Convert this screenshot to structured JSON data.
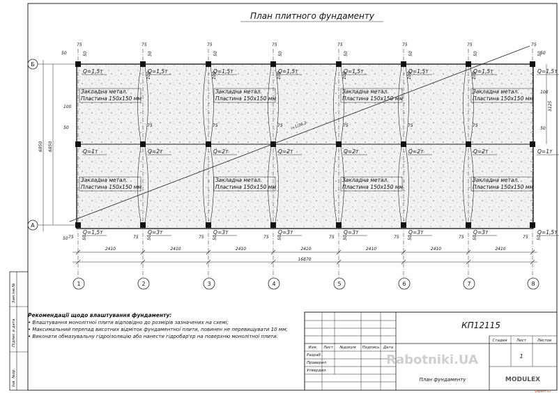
{
  "drawing": {
    "title": "План плитного фундаменту",
    "rows": {
      "top": "Б",
      "bottom": "А"
    },
    "axes": [
      "1",
      "2",
      "3",
      "4",
      "5",
      "6",
      "7",
      "8"
    ],
    "spans": [
      "2410",
      "2410",
      "2410",
      "2410",
      "2410",
      "2410",
      "2410"
    ],
    "total": "16870",
    "height_outer": "6950",
    "height_inner": "6850",
    "half_height": "3125",
    "slope_note": "i=1/36,2",
    "loads_top": [
      "Q=1,5т",
      "Q=1,5т",
      "Q=1,5т",
      "Q=1,5т",
      "Q=1,5т",
      "Q=1,5т",
      "Q=1,5т",
      "Q=1,5т"
    ],
    "loads_mid": [
      "Q=1т",
      "Q=2т",
      "Q=2т",
      "Q=2т",
      "Q=2т",
      "Q=2т",
      "Q=2т",
      "Q=1т"
    ],
    "loads_bot": [
      "Q=1,5т",
      "Q=3т",
      "Q=3т",
      "Q=3т",
      "Q=3т",
      "Q=3т",
      "Q=3т",
      "Q=1,5т"
    ],
    "plate_l1": "Закладна метал.",
    "plate_l2": "Пластина 150x150 мм",
    "dim_50": "50",
    "dim_75": "75",
    "dim_100": "100"
  },
  "notes": {
    "heading": "Рекомендації щодо влаштування фундаменту:",
    "items": [
      "Влаштування монолітної плити відповідно до розмірів зазначених на схемі;",
      "Максимальний перепад висотних відміток фундаментної плити, повинен не перевищувати 10 мм;",
      "Виконати обмазувальну гідроізоляцію або нанести гідробар'єр на поверхню монолітної плити."
    ]
  },
  "side_stamp": [
    "Інв. №ор.",
    "Підпис и дата",
    "Зам.інв.№"
  ],
  "title_block": {
    "code": "КП12115",
    "cols": [
      "Изм.",
      "Лист",
      "№докум",
      "Подпись",
      "Дата"
    ],
    "roles": [
      "Разраб",
      "Проверил",
      "Утвердил"
    ],
    "stage_hdr": [
      "Стадия",
      "Лист",
      "Листов"
    ],
    "sheet": "1",
    "sheet_name": "План фундаменту",
    "company": "MODULEX",
    "watermark": "Rabotniki.UA",
    "format": "Формат А3"
  }
}
